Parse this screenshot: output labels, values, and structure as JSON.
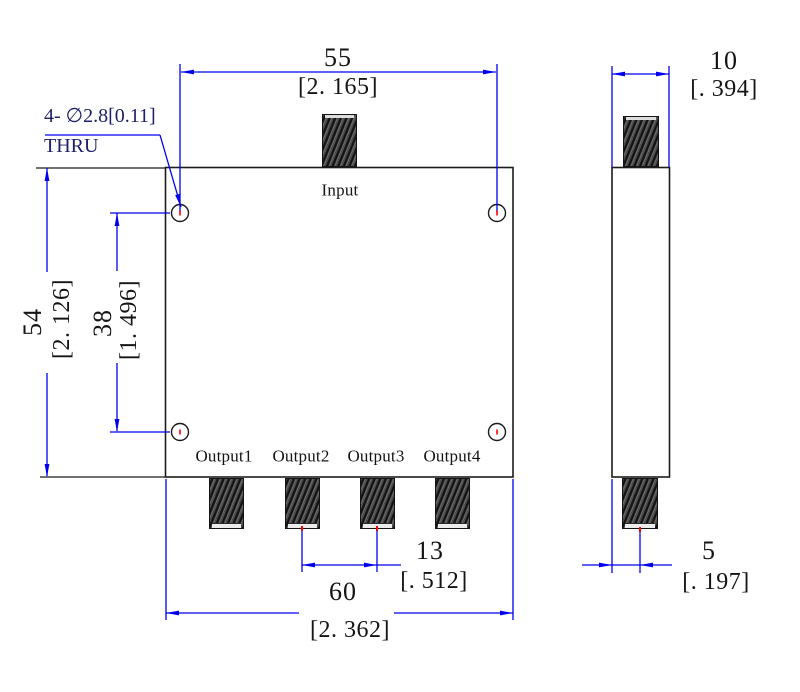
{
  "colors": {
    "dimension_line": "#0000ee",
    "outline": "#1c1c1c",
    "dimension_text": "#141414",
    "callout_text": "#20206a",
    "center_mark": "#ff0000",
    "background": "#ffffff"
  },
  "callout": {
    "line1": "4- ∅2.8[0.11]",
    "line2": "THRU"
  },
  "ports": {
    "input": "Input",
    "outputs": [
      "Output1",
      "Output2",
      "Output3",
      "Output4"
    ]
  },
  "dimensions": {
    "hole_spacing_horizontal": {
      "mm": "55",
      "inch": "[2. 165]"
    },
    "body_height": {
      "mm": "54",
      "inch": "[2. 126]"
    },
    "hole_spacing_vertical": {
      "mm": "38",
      "inch": "[1. 496]"
    },
    "body_width": {
      "mm": "60",
      "inch": "[2. 362]"
    },
    "output_pitch": {
      "mm": "13",
      "inch": "[. 512]"
    },
    "side_thickness": {
      "mm": "10",
      "inch": "[. 394]"
    },
    "connector_offset": {
      "mm": "5",
      "inch": "[. 197]"
    }
  }
}
